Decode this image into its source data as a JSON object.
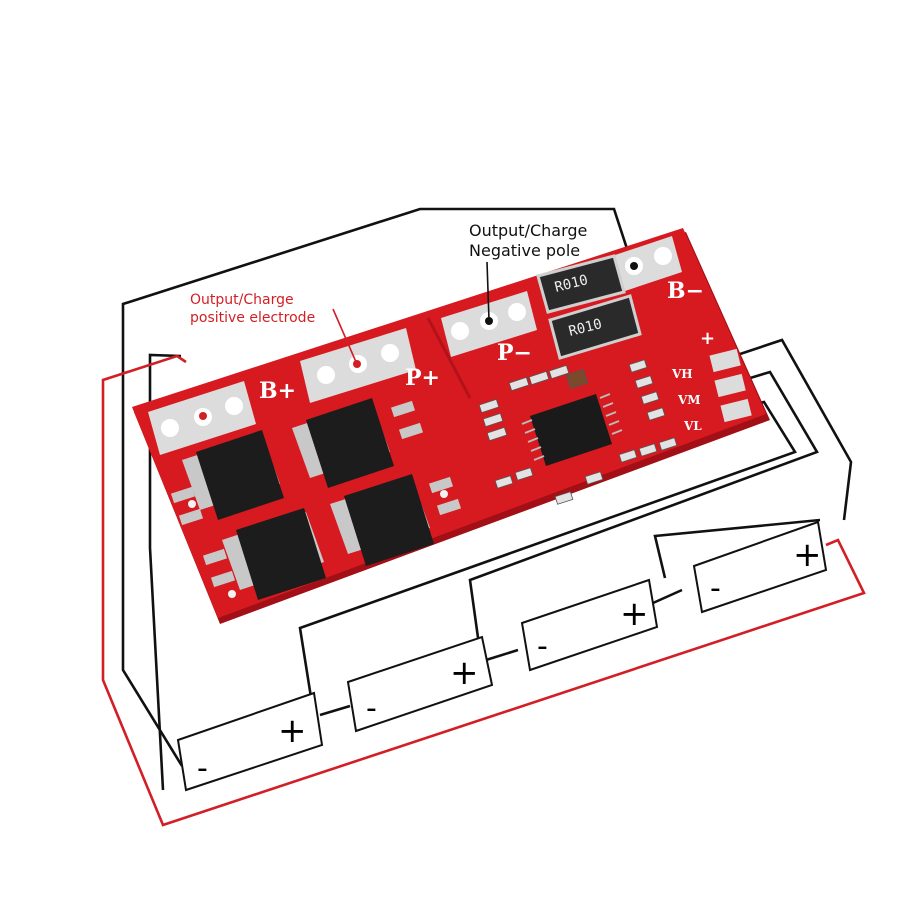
{
  "annotations": {
    "negative": {
      "line1": "Output/Charge",
      "line2": "Negative pole"
    },
    "positive": {
      "line1": "Output/Charge",
      "line2": "positive electrode"
    }
  },
  "silkscreen": {
    "b_plus": "B+",
    "p_plus": "P+",
    "p_minus": "P−",
    "b_minus": "B−",
    "plus": "+",
    "vh": "VH",
    "vm": "VM",
    "vl": "VL"
  },
  "resistors": [
    "R010",
    "R010"
  ],
  "batteries": [
    {
      "neg": "-",
      "pos": "+"
    },
    {
      "neg": "-",
      "pos": "+"
    },
    {
      "neg": "-",
      "pos": "+"
    },
    {
      "neg": "-",
      "pos": "+"
    }
  ],
  "colors": {
    "board": "#d71a20",
    "board_dark": "#b3121a",
    "pad": "#d9d9d9",
    "mosfet": "#1c1c1c",
    "wire_black": "#111111",
    "wire_red": "#d21f25",
    "label_red": "#d21f25"
  }
}
